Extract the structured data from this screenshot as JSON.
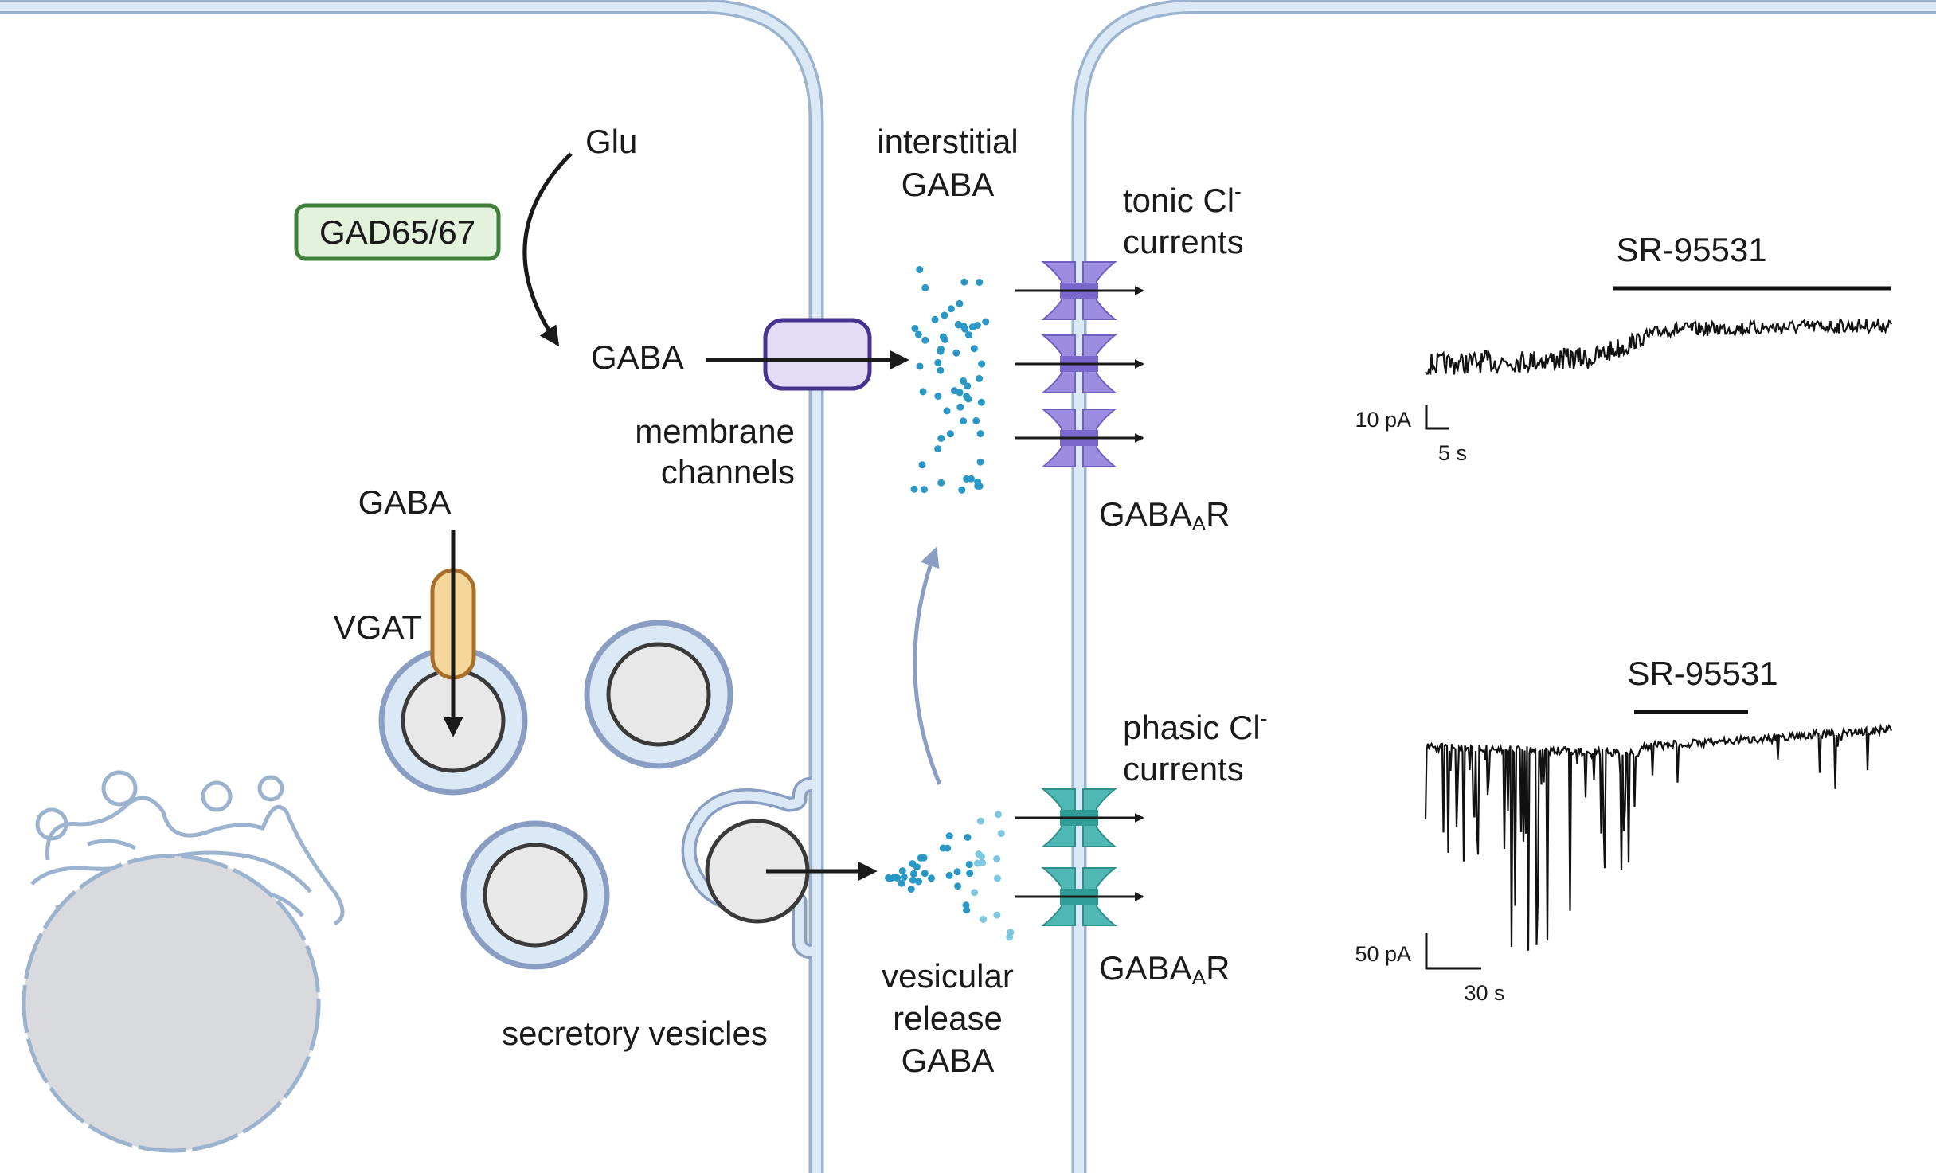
{
  "labels": {
    "glu": "Glu",
    "gad": "GAD65/67",
    "gaba_cytosol": "GABA",
    "membrane_channels_line1": "membrane",
    "membrane_channels_line2": "channels",
    "interstitial_line1": "interstitial",
    "interstitial_line2": "GABA",
    "tonic_line1": "tonic Cl",
    "tonic_line2": "currents",
    "phasic_line1": "phasic Cl",
    "phasic_line2": "currents",
    "charge_superscript": "-",
    "gabaar_main": "GABA",
    "gabaar_sub": "A",
    "gabaar_tail": "R",
    "gaba_vgat": "GABA",
    "vgat": "VGAT",
    "secretory_vesicles": "secretory vesicles",
    "vesicular_line1": "vesicular",
    "vesicular_line2": "release",
    "vesicular_line3": "GABA"
  },
  "traces": {
    "tonic": {
      "drug": "SR-95531",
      "scale_y": "10 pA",
      "scale_x": "5 s"
    },
    "phasic": {
      "drug": "SR-95531",
      "scale_y": "50 pA",
      "scale_x": "30 s"
    }
  },
  "colors": {
    "membrane_fill": "#dbe8f5",
    "membrane_stroke": "#9cb3cf",
    "gad_fill": "#e3f2dd",
    "gad_stroke": "#3f7f3a",
    "channel_fill": "#e2dcf7",
    "channel_stroke": "#46338f",
    "vgat_fill": "#f5d79c",
    "vgat_stroke": "#a8702a",
    "tonic_receptor": "#9d8de0",
    "phasic_receptor": "#4fb8b4",
    "gaba_dots": "#2a98c7",
    "nucleus": "#d9dade",
    "trace": "#111111"
  }
}
